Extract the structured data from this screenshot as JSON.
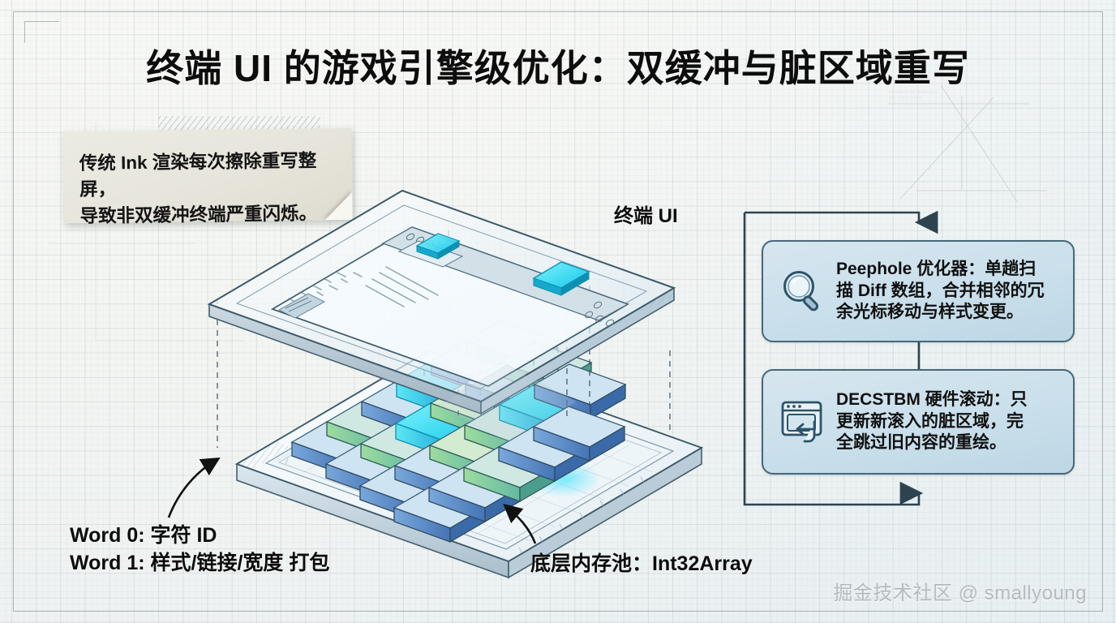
{
  "page": {
    "title": "终端 UI 的游戏引擎级优化：双缓冲与脏区域重写",
    "background_color": "#f6f7f4",
    "grid_color": "#96a5aa"
  },
  "note": {
    "text": "传统 Ink 渲染每次擦除重写整屏，\n导致非双缓冲终端严重闪烁。",
    "background_color": "#e8e5dc"
  },
  "labels": {
    "terminal_ui": "终端 UI",
    "words": "Word 0: 字符 ID\nWord 1: 样式/链接/宽度 打包",
    "memory_pool": "底层内存池：Int32Array"
  },
  "flow": {
    "boxes": [
      {
        "icon": "magnifier-icon",
        "text": "Peephole 优化器：单趟扫\n描 Diff 数组，合并相邻的冗\n余光标移动与样式变更。",
        "fill_color": "#c9dfeb",
        "border_color": "#46687a"
      },
      {
        "icon": "window-scroll-icon",
        "text": "DECSTBM 硬件滚动：只\n更新新滚入的脏区域，完\n全跳过旧内容的重绘。",
        "fill_color": "#c9dfeb",
        "border_color": "#46687a"
      }
    ],
    "connector_color": "#2d4450"
  },
  "illustration": {
    "type": "isometric-layer-diagram",
    "upper_layer": "terminal UI glass plane with terminal window",
    "lower_layer": "memory pool platform with 3D cell bars",
    "highlight_color": "#3fe0f0",
    "bar_colors": [
      "#4f86c6",
      "#5e97d0",
      "#7cc6a8",
      "#8fd49a",
      "#3fc8e8"
    ],
    "dashed_link_color": "#3a5060",
    "terminal_code_lines": 4,
    "highlight_cells": 2
  },
  "watermark": {
    "text": "掘金技术社区 @ smallyoung"
  }
}
